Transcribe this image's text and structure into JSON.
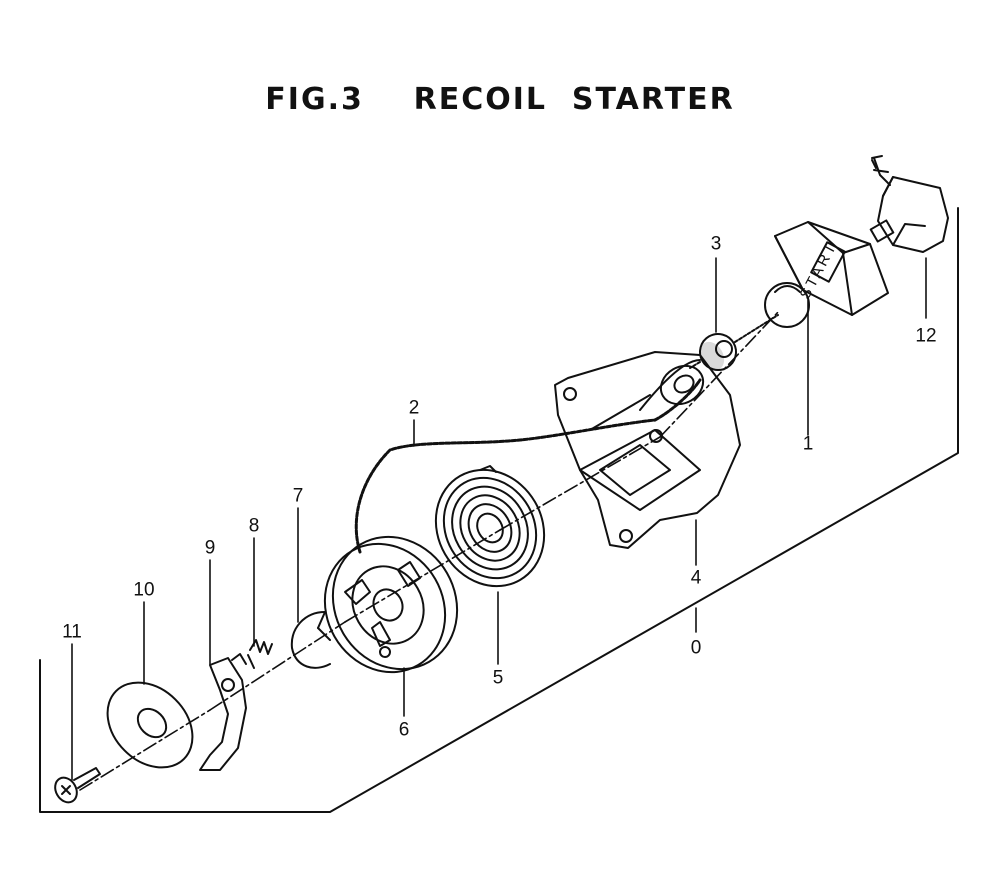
{
  "figure": {
    "number": "FIG.3",
    "title": "RECOIL  STARTER"
  },
  "handle_text": "START",
  "callouts": [
    {
      "id": "1",
      "label": "1"
    },
    {
      "id": "2",
      "label": "2"
    },
    {
      "id": "3",
      "label": "3"
    },
    {
      "id": "4",
      "label": "4"
    },
    {
      "id": "0",
      "label": "0"
    },
    {
      "id": "5",
      "label": "5"
    },
    {
      "id": "6",
      "label": "6"
    },
    {
      "id": "7",
      "label": "7"
    },
    {
      "id": "8",
      "label": "8"
    },
    {
      "id": "9",
      "label": "9"
    },
    {
      "id": "10",
      "label": "10"
    },
    {
      "id": "11",
      "label": "11"
    },
    {
      "id": "12",
      "label": "12"
    }
  ],
  "colors": {
    "ink": "#111111",
    "paper": "#ffffff"
  }
}
